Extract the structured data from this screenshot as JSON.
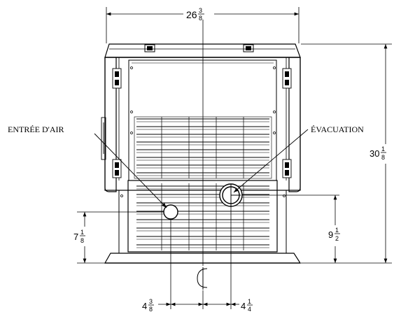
{
  "labels": {
    "air_intake": "ENTRÉE D'AIR",
    "exhaust": "ÉVACUATION",
    "centerline": "℄"
  },
  "dimensions": {
    "overall_width": {
      "whole": "26",
      "num": "3",
      "den": "8"
    },
    "overall_height": {
      "whole": "30",
      "num": "1",
      "den": "8"
    },
    "intake_height": {
      "whole": "7",
      "num": "1",
      "den": "8"
    },
    "exhaust_height": {
      "whole": "9",
      "num": "1",
      "den": "2"
    },
    "intake_offset": {
      "whole": "4",
      "num": "3",
      "den": "8"
    },
    "exhaust_offset": {
      "whole": "4",
      "num": "1",
      "den": "4"
    }
  }
}
